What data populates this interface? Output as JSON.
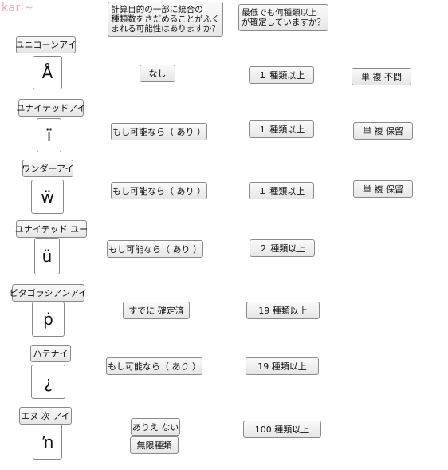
{
  "watermark": "kari~",
  "headers": {
    "question": "計算目的の一部に統合の\n種類数をさだめることがふく\nまれる可能性はありますか？",
    "min_kinds": "最低でも何種類以上\nが確定していますか？"
  },
  "rows": [
    {
      "name": "ユニコーンアイ",
      "glyph": "Å",
      "possibility": "なし",
      "min": "１ 種類以上",
      "note": "単 複 不問"
    },
    {
      "name": "ユナイテッドアイ",
      "glyph": "ï",
      "possibility": "もし可能なら（ あり ）",
      "min": "１ 種類以上",
      "note": "単 複 保留"
    },
    {
      "name": "ワンダーアイ",
      "glyph": "ẅ",
      "possibility": "もし可能なら（ あり ）",
      "min": "１ 種類以上",
      "note": "単 複 保留"
    },
    {
      "name": "ユナイテッド ユー",
      "glyph": "ü",
      "possibility": "もし可能なら（ あり ）",
      "min": "２ 種類以上",
      "note": ""
    },
    {
      "name": "ピタゴラシアンアイ",
      "glyph": "ṗ",
      "possibility": "すでに 確定済",
      "min": "19 種類以上",
      "note": ""
    },
    {
      "name": "ハテナイ",
      "glyph": "¿",
      "possibility": "もし可能なら（ あり ）",
      "min": "19 種類以上",
      "note": ""
    },
    {
      "name": "エヌ 次 アイ",
      "glyph": "ŉ",
      "possibility": "ありえ ない",
      "possibility2": "無限種類",
      "min": "100 種類以上",
      "note": ""
    }
  ]
}
